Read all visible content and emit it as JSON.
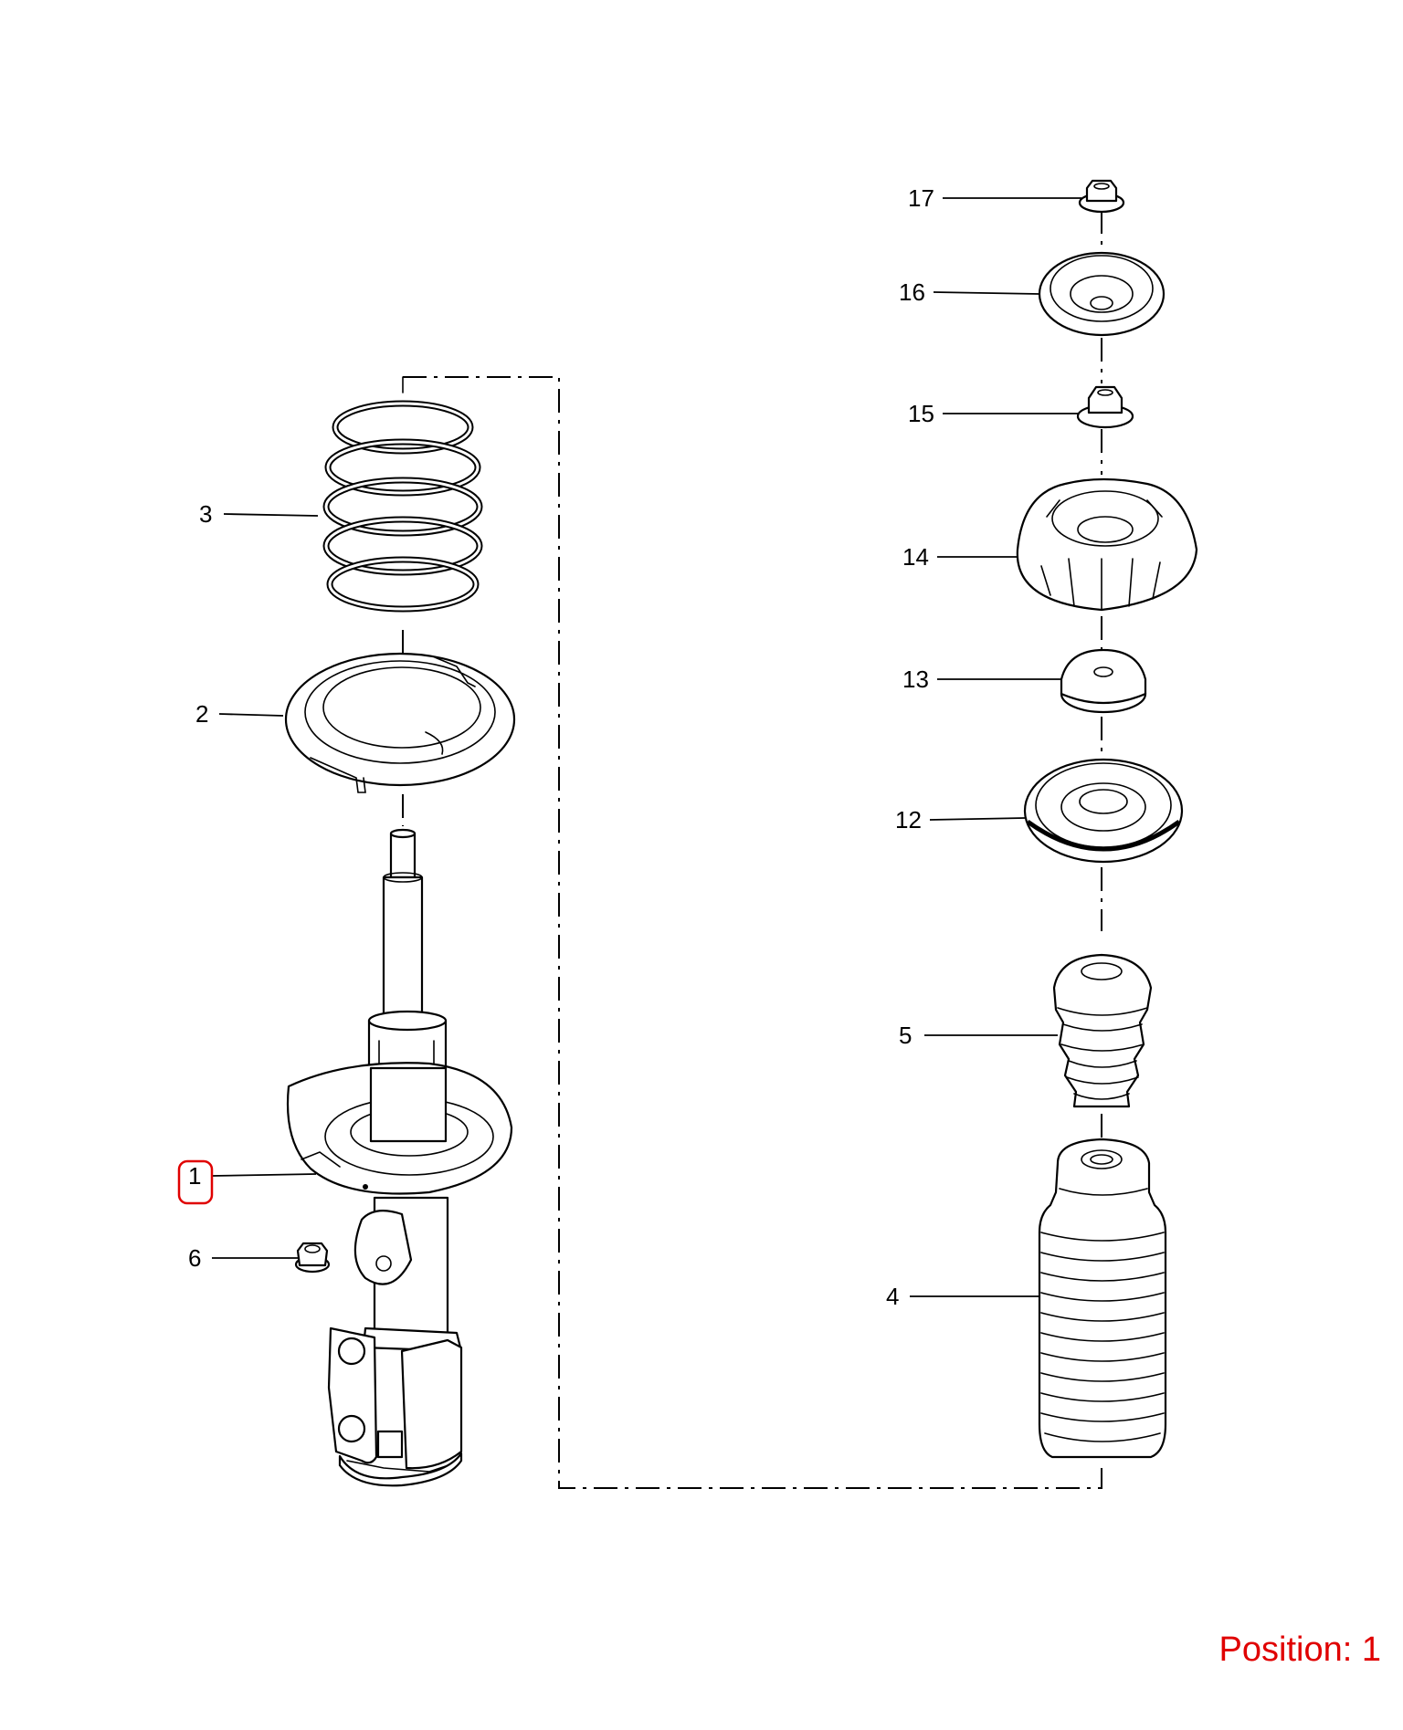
{
  "callouts": {
    "c1": "1",
    "c2": "2",
    "c3": "3",
    "c4": "4",
    "c5": "5",
    "c6": "6",
    "c12": "12",
    "c13": "13",
    "c14": "14",
    "c15": "15",
    "c16": "16",
    "c17": "17"
  },
  "selected_callout": "1",
  "position_label": "Position: 1",
  "colors": {
    "line": "#000000",
    "highlight": "#e00000",
    "background": "#ffffff"
  }
}
